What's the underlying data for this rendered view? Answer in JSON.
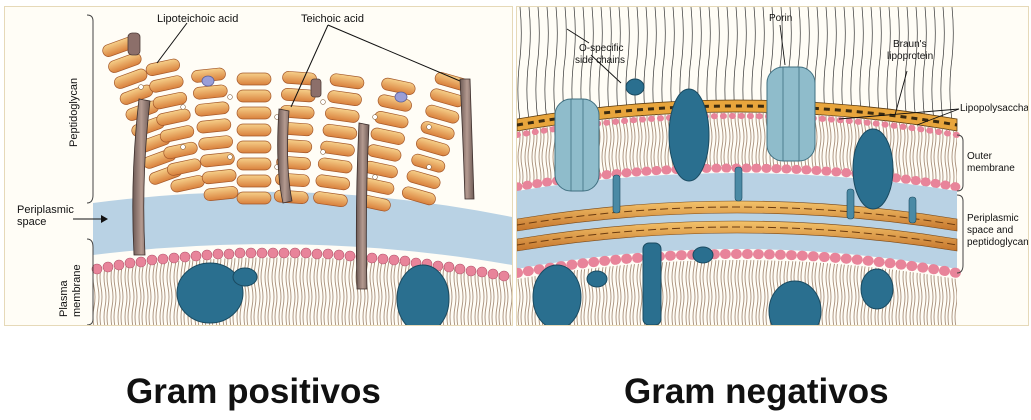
{
  "gram_positive": {
    "labels": {
      "lipoteichoic": "Lipoteichoic acid",
      "teichoic": "Teichoic acid",
      "peptidoglycan": "Peptidoglycan",
      "periplasmic_1": "Periplasmic",
      "periplasmic_2": "space",
      "plasma_1": "Plasma",
      "plasma_2": "membrane"
    },
    "caption": "Gram positivos"
  },
  "gram_negative": {
    "labels": {
      "o_specific_1": "O-specific",
      "o_specific_2": "side chains",
      "porin": "Porin",
      "brauns_1": "Braun's",
      "brauns_2": "lipoprotein",
      "lps": "Lipopolysaccharide",
      "outer_1": "Outer",
      "outer_2": "membrane",
      "peri_1": "Periplasmic",
      "peri_2": "space and",
      "peri_3": "peptidoglycan"
    },
    "caption": "Gram negativos"
  },
  "colors": {
    "periplasm": "#b9d2e4",
    "peptidoglycan": "#e49a4c",
    "lipid_head": "#e8849a",
    "protein": "#2a6f8f",
    "porin": "#8fbccb",
    "background": "#fffdf6"
  }
}
